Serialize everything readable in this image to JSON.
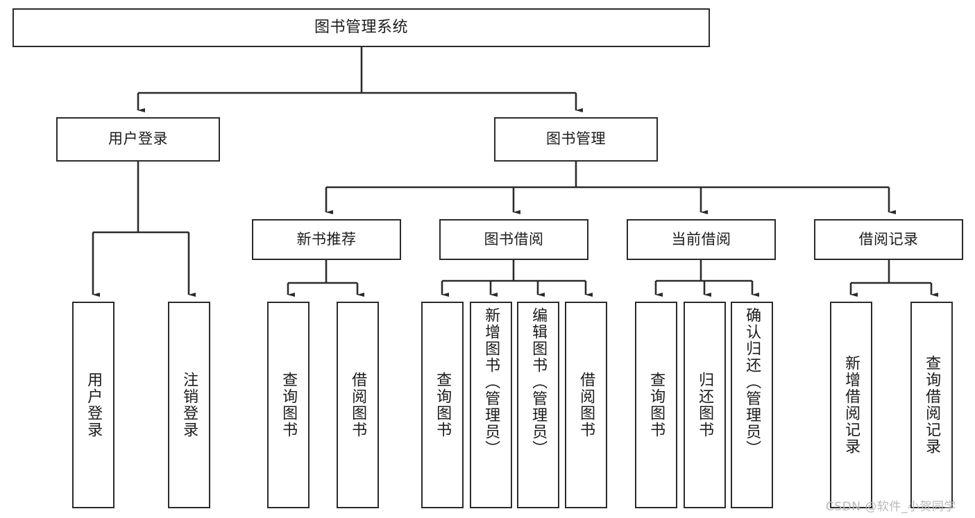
{
  "diagram": {
    "type": "tree-structure-chart",
    "title": "图书管理系统",
    "watermark": "CSDN @软件_小贺同学",
    "colors": {
      "box_border": "#2b2b2b",
      "box_fill": "#ffffff",
      "edge": "#2b2b2b",
      "text": "#1b1b1b",
      "watermark": "#b9b9b9",
      "background": "#ffffff"
    },
    "levels": {
      "root": [
        "图书管理系统"
      ],
      "level2": [
        "用户登录",
        "图书管理"
      ],
      "level3": [
        "新书推荐",
        "图书借阅",
        "当前借阅",
        "借阅记录"
      ],
      "leaves": [
        "用户登录",
        "注销登录",
        "查询图书",
        "借阅图书",
        "查询图书",
        "新增图书（管理员）",
        "编辑图书（管理员）",
        "借阅图书",
        "查询图书",
        "归还图书",
        "确认归还（管理员）",
        "新增借阅记录",
        "查询借阅记录"
      ]
    },
    "nodes": {
      "root": {
        "label": "图书管理系统"
      },
      "user_login": {
        "label": "用户登录"
      },
      "book_manage": {
        "label": "图书管理"
      },
      "new_book_rec": {
        "label": "新书推荐"
      },
      "book_borrow": {
        "label": "图书借阅"
      },
      "current_borrow": {
        "label": "当前借阅"
      },
      "borrow_record": {
        "label": "借阅记录"
      },
      "leaf_user_login": {
        "label": "用户登录"
      },
      "leaf_logout": {
        "label": "注销登录"
      },
      "leaf_query_book_1": {
        "label": "查询图书"
      },
      "leaf_borrow_book_1": {
        "label": "借阅图书"
      },
      "leaf_query_book_2": {
        "label": "查询图书"
      },
      "leaf_add_book": {
        "label": "新增图书（管理员）"
      },
      "leaf_edit_book": {
        "label": "编辑图书（管理员）"
      },
      "leaf_borrow_book_2": {
        "label": "借阅图书"
      },
      "leaf_query_book_3": {
        "label": "查询图书"
      },
      "leaf_return_book": {
        "label": "归还图书"
      },
      "leaf_confirm_return": {
        "label": "确认归还（管理员）"
      },
      "leaf_add_record": {
        "label": "新增借阅记录"
      },
      "leaf_query_record": {
        "label": "查询借阅记录"
      }
    },
    "edges": [
      {
        "from": "root",
        "to": "user_login"
      },
      {
        "from": "root",
        "to": "book_manage"
      },
      {
        "from": "user_login",
        "to": "leaf_user_login"
      },
      {
        "from": "user_login",
        "to": "leaf_logout"
      },
      {
        "from": "book_manage",
        "to": "new_book_rec"
      },
      {
        "from": "book_manage",
        "to": "book_borrow"
      },
      {
        "from": "book_manage",
        "to": "current_borrow"
      },
      {
        "from": "book_manage",
        "to": "borrow_record"
      },
      {
        "from": "new_book_rec",
        "to": "leaf_query_book_1"
      },
      {
        "from": "new_book_rec",
        "to": "leaf_borrow_book_1"
      },
      {
        "from": "book_borrow",
        "to": "leaf_query_book_2"
      },
      {
        "from": "book_borrow",
        "to": "leaf_add_book"
      },
      {
        "from": "book_borrow",
        "to": "leaf_edit_book"
      },
      {
        "from": "book_borrow",
        "to": "leaf_borrow_book_2"
      },
      {
        "from": "current_borrow",
        "to": "leaf_query_book_3"
      },
      {
        "from": "current_borrow",
        "to": "leaf_return_book"
      },
      {
        "from": "current_borrow",
        "to": "leaf_confirm_return"
      },
      {
        "from": "borrow_record",
        "to": "leaf_add_record"
      },
      {
        "from": "borrow_record",
        "to": "leaf_query_record"
      }
    ]
  }
}
